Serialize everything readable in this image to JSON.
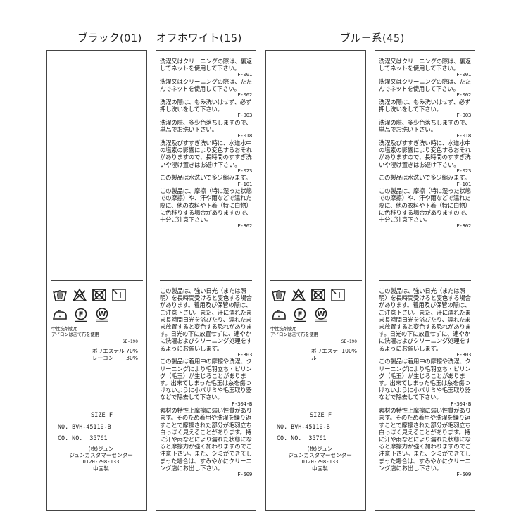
{
  "headings": {
    "black": "ブラック(01)",
    "offwhite": "オフホワイト(15)",
    "blue": "ブルー系(45)"
  },
  "care_icons": [
    "hand-wash-basin-icon",
    "no-bleach-icon",
    "no-tumble-dry-icon",
    "drip-dry-shade-icon",
    "iron-low-temp-icon",
    "dry-clean-f-icon",
    "wet-clean-w-icon"
  ],
  "labels": [
    {
      "variant": "front",
      "care_notes": [
        "中性洗剤使用",
        "アイロンはあて布を使用"
      ],
      "se_code": "SE-190",
      "fibers": [
        {
          "name": "ポリエステル",
          "pct": "70%"
        },
        {
          "name": "レーヨン",
          "pct": "30%"
        }
      ],
      "size": "SIZE F",
      "product_no": "NO. BVH-45110-B",
      "co_no": "CO. NO.  35761",
      "company": "(株)ジュン",
      "center": "ジュンカスタマーセンター",
      "phone": "0120-298-133",
      "origin": "中国製"
    },
    {
      "variant": "back",
      "top": [
        {
          "text": "洗濯又はクリーニングの際は、裏返してネットを使用して下さい。",
          "code": "F-001"
        },
        {
          "text": "洗濯又はクリーニングの際は、たたんでネットを使用して下さい。",
          "code": "F-002"
        },
        {
          "text": "洗濯の際は、もみ洗いはせず、必ず押し洗いをして下さい。",
          "code": "F-003"
        },
        {
          "text": "洗濯の際、多少色落ちしますので、単品でお洗い下さい。",
          "code": "F-018"
        },
        {
          "text": "洗濯及びすすぎ洗い時に、水道水中の塩素の影響により変色するおそれがありますので、長時間のすすぎ洗いや浸け置きはお避け下さい。",
          "code": "F-023"
        },
        {
          "text": "この製品は水洗いで多少縮みます。",
          "code": "F-101"
        },
        {
          "text": "この製品は、摩擦（特に湿った状態での摩擦）や、汗や雨などで濡れた際に、他の衣料や下着（特に白物）に色移りする場合がありますので、十分ご注意下さい。",
          "code": "F-302"
        }
      ],
      "bottom": [
        {
          "text": "この製品は、強い日光（または照明）を長時間受けると変色する場合があります。着用及び保管の際は、ご注意下さい。また、汗に濡れたまま長時間日光を浴びたり、濡れたまま放置すると変色する恐れがあります。日光の下に放置せずに、速やかに洗濯およびクリーニング処理をするようにお願いします。",
          "code": "F-303"
        },
        {
          "text": "この製品は着用中の摩擦や洗濯、クリーニングにより毛羽立ち・ピリング（毛玉）が生じることがあります。出来てしまった毛玉は糸を傷つけないように小バサミや毛玉取り器などで除去して下さい。",
          "code": "F-304-B"
        },
        {
          "text": "素材の特性上摩擦に弱い性質があります。そのため着用や洗濯を繰り返すことで摩擦された部分が毛羽立ち白っぽく見えることがあります。特に汗や雨などにより濡れた状態になると摩擦力が強く加わりますのでご注意下さい。また、シミができてしまった場合は、すみやかにクリーニング店にお出し下さい。",
          "code": "F-509"
        }
      ]
    },
    {
      "variant": "front",
      "care_notes": [
        "中性洗剤使用",
        "アイロンはあて布を使用"
      ],
      "se_code": "SE-190",
      "fibers": [
        {
          "name": "ポリエステル",
          "pct": "100%"
        }
      ],
      "size": "SIZE F",
      "product_no": "NO. BVH-45110-B",
      "co_no": "CO. NO.  35761",
      "company": "(株)ジュン",
      "center": "ジュンカスタマーセンター",
      "phone": "0120-298-133",
      "origin": "中国製"
    },
    {
      "variant": "back",
      "top": [
        {
          "text": "洗濯又はクリーニングの際は、裏返してネットを使用して下さい。",
          "code": "F-001"
        },
        {
          "text": "洗濯又はクリーニングの際は、たたんでネットを使用して下さい。",
          "code": "F-002"
        },
        {
          "text": "洗濯の際は、もみ洗いはせず、必ず押し洗いをして下さい。",
          "code": "F-003"
        },
        {
          "text": "洗濯の際、多少色落ちしますので、単品でお洗い下さい。",
          "code": "F-018"
        },
        {
          "text": "洗濯及びすすぎ洗い時に、水道水中の塩素の影響により変色するおそれがありますので、長時間のすすぎ洗いや浸け置きはお避け下さい。",
          "code": "F-023"
        },
        {
          "text": "この製品は水洗いで多少縮みます。",
          "code": "F-101"
        },
        {
          "text": "この製品は、摩擦（特に湿った状態での摩擦）や、汗や雨などで濡れた際に、他の衣料や下着（特に白物）に色移りする場合がありますので、十分ご注意下さい。",
          "code": "F-302"
        }
      ],
      "bottom": [
        {
          "text": "この製品は、強い日光（または照明）を長時間受けると変色する場合があります。着用及び保管の際は、ご注意下さい。また、汗に濡れたまま長時間日光を浴びたり、濡れたまま放置すると変色する恐れがあります。日光の下に放置せずに、速やかに洗濯およびクリーニング処理をするようにお願いします。",
          "code": "F-303"
        },
        {
          "text": "この製品は着用中の摩擦や洗濯、クリーニングにより毛羽立ち・ピリング（毛玉）が生じることがあります。出来てしまった毛玉は糸を傷つけないように小バサミや毛玉取り器などで除去して下さい。",
          "code": "F-304-B"
        },
        {
          "text": "素材の特性上摩擦に弱い性質があります。そのため着用や洗濯を繰り返すことで摩擦された部分が毛羽立ち白っぽく見えることがあります。特に汗や雨などにより濡れた状態になると摩擦力が強く加わりますのでご注意下さい。また、シミができてしまった場合は、すみやかにクリーニング店にお出し下さい。",
          "code": "F-509"
        }
      ]
    }
  ]
}
